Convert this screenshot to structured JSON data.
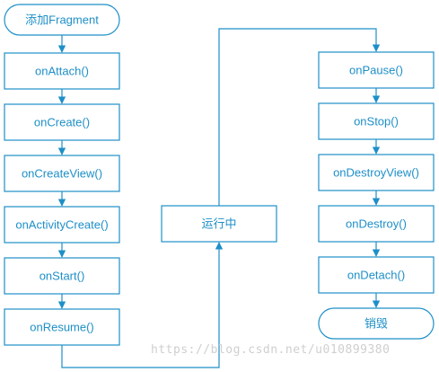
{
  "colors": {
    "accent": "#1e8fc8",
    "watermark": "#cfcfcf"
  },
  "nodes": {
    "add_fragment": "添加Fragment",
    "on_attach": "onAttach()",
    "on_create": "onCreate()",
    "on_create_view": "onCreateView()",
    "on_activity_create": "onActivityCreate()",
    "on_start": "onStart()",
    "on_resume": "onResume()",
    "running": "运行中",
    "on_pause": "onPause()",
    "on_stop": "onStop()",
    "on_destroy_view": "onDestroyView()",
    "on_destroy": "onDestroy()",
    "on_detach": "onDetach()",
    "destroy": "销毁"
  },
  "watermark": "https://blog.csdn.net/u010899380"
}
